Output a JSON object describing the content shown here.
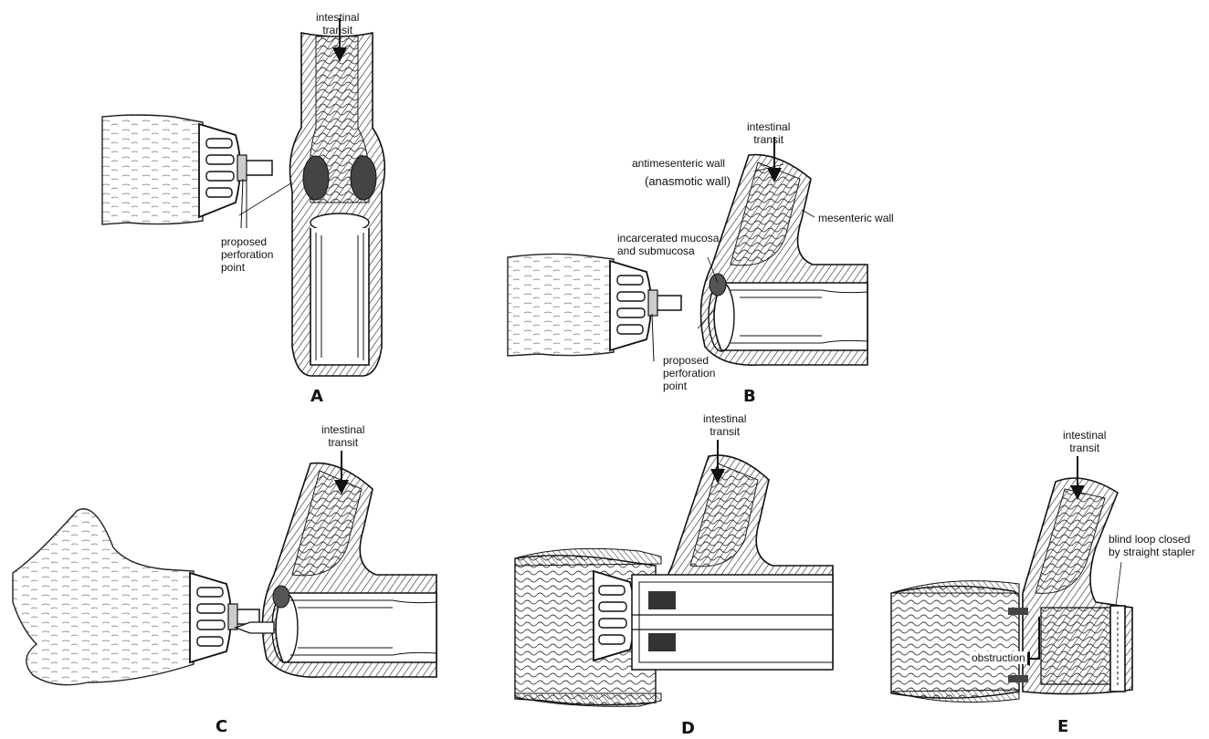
{
  "panels": {
    "A": {
      "letter": "A",
      "transit": [
        "intestinal",
        "transit"
      ],
      "perforation": [
        "proposed",
        "perforation",
        "point"
      ]
    },
    "B": {
      "letter": "B",
      "transit": [
        "intestinal",
        "transit"
      ],
      "antimesenteric": "antimesenteric wall",
      "anasmotic": "(anasmotic wall)",
      "mesenteric": "mesenteric wall",
      "incarcerated": [
        "incarcerated mucosa",
        "and submucosa"
      ],
      "perforation": [
        "proposed",
        "perforation",
        "point"
      ]
    },
    "C": {
      "letter": "C",
      "transit": [
        "intestinal",
        "transit"
      ]
    },
    "D": {
      "letter": "D",
      "transit": [
        "intestinal",
        "transit"
      ]
    },
    "E": {
      "letter": "E",
      "transit": [
        "intestinal",
        "transit"
      ],
      "blind_loop": [
        "blind loop closed",
        "by straight stapler"
      ],
      "obstruction": "obstruction"
    }
  }
}
